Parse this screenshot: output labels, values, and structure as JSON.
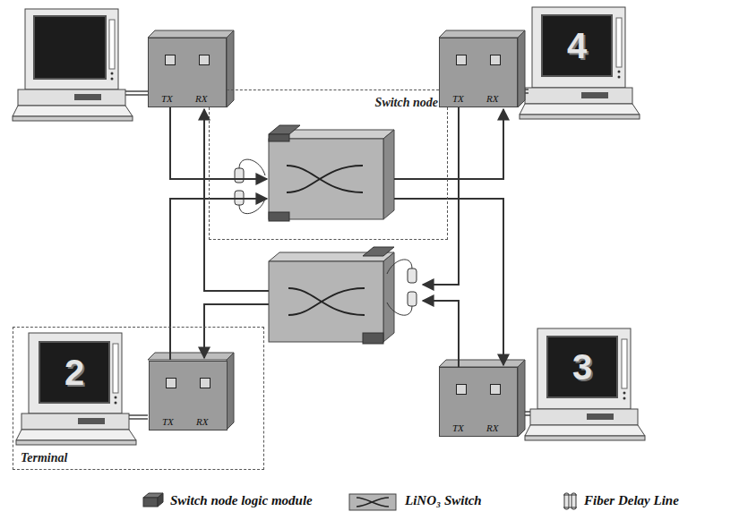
{
  "diagram": {
    "nodes": [
      {
        "text": [
          "Switch node"
        ]
      },
      {
        "text": [
          "Terminal"
        ]
      },
      {
        "text": [
          "TX",
          "RX"
        ]
      },
      {
        "text": [
          "4"
        ]
      },
      {
        "text": [
          "TX",
          "RX"
        ]
      },
      {
        "text": [
          "2"
        ],
        "in": 1
      },
      {
        "text": [
          "TX",
          "RX"
        ],
        "in": 1
      },
      {
        "text": [
          "3"
        ]
      },
      {
        "text": [
          "TX",
          "RX"
        ]
      }
    ],
    "legend": [
      {
        "text": "Switch node logic module"
      },
      {
        "text": "LiNO₃ Switch"
      },
      {
        "text": "Fiber Delay Line"
      }
    ]
  }
}
